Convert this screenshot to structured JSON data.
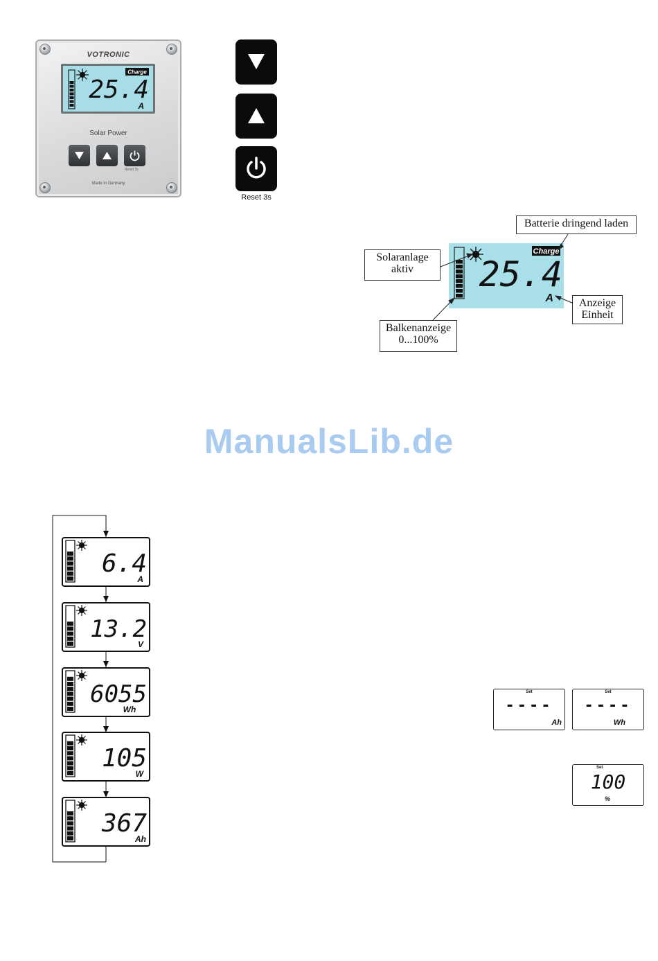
{
  "device": {
    "brand": "VOTRONIC",
    "model": "Solar Power",
    "made_in": "Made in Germany",
    "reset_label": "Reset 3s",
    "lcd": {
      "value": "25.4",
      "unit": "A",
      "status": "Charge"
    }
  },
  "buttons": {
    "down_icon": "down-arrow-icon",
    "up_icon": "up-arrow-icon",
    "power_icon": "power-icon",
    "reset_caption": "Reset 3s"
  },
  "annotated_display": {
    "value": "25.4",
    "unit": "A",
    "status": "Charge",
    "callouts": {
      "battery_urgent": "Batterie dringend laden",
      "solar_active_line1": "Solaranlage",
      "solar_active_line2": "aktiv",
      "unit_line1": "Anzeige",
      "unit_line2": "Einheit",
      "bar_line1": "Balkenanzeige",
      "bar_line2": "0...100%"
    }
  },
  "watermark": "ManualsLib.de",
  "flow_displays": [
    {
      "value": "6.4",
      "unit": "A",
      "bar_fill": 0.75
    },
    {
      "value": "13.2",
      "unit": "V",
      "bar_fill": 0.6
    },
    {
      "value": "6055",
      "unit": "Wh",
      "bar_fill": 0.85
    },
    {
      "value": "105",
      "unit": "W",
      "bar_fill": 0.85
    },
    {
      "value": "367",
      "unit": "Ah",
      "bar_fill": 0.75
    }
  ],
  "set_displays": [
    {
      "label": "Set",
      "value": "----",
      "unit": "Ah"
    },
    {
      "label": "Set",
      "value": "----",
      "unit": "Wh"
    },
    {
      "label": "Set",
      "value": "100",
      "unit": "%"
    }
  ]
}
